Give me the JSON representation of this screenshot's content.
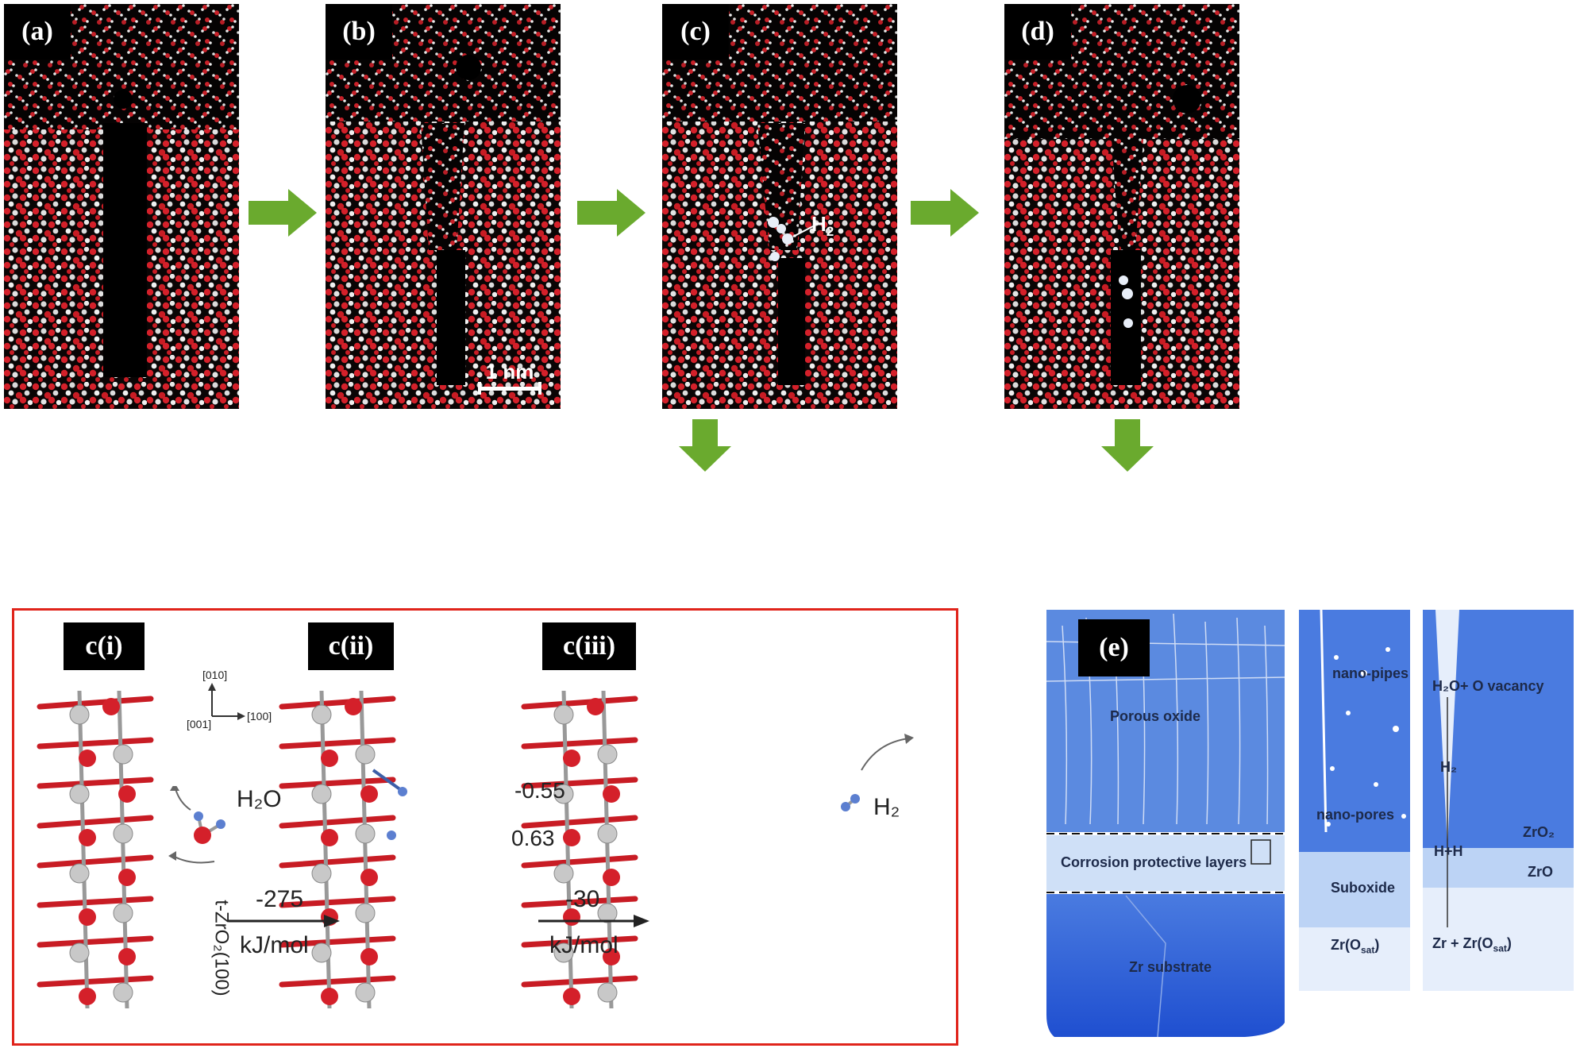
{
  "panels": {
    "a": {
      "label": "(a)"
    },
    "b": {
      "label": "(b)"
    },
    "c": {
      "label": "(c)",
      "h2_label": "H",
      "h2_sub": "2"
    },
    "d": {
      "label": "(d)"
    }
  },
  "scale_bar": {
    "label": "1 nm"
  },
  "colors": {
    "arrow": "#6aaa2e",
    "box": "#e0241b",
    "oxygen": "#d4202a",
    "zirconium": "#c8c8c8",
    "blue_dark": "#2d5fd6",
    "blue_light": "#cfe0f7"
  },
  "inset_c": {
    "labels": [
      "c(i)",
      "c(ii)",
      "c(iii)"
    ],
    "axes": {
      "y": "[010]",
      "x": "[100]",
      "z": "[001]"
    },
    "surface": "t-ZrO₂(100)",
    "water": "H₂O",
    "charge_neg": "-0.55",
    "charge_pos": "0.63",
    "step1": {
      "energy": "-275",
      "unit": "kJ/mol"
    },
    "step2": {
      "energy": "-30",
      "unit": "kJ/mol"
    },
    "product": "H₂"
  },
  "panel_e": {
    "label": "(e)",
    "porous_oxide": "Porous oxide",
    "protective": "Corrosion protective layers",
    "substrate": "Zr substrate",
    "nano_pipes": "nano-pipes",
    "nano_pores": "nano-pores",
    "suboxide": "Suboxide",
    "zr_osat_base": "Zr(O",
    "zr_osat_sub": "sat",
    "zr_osat_end": ")",
    "h2o_vac": "H₂O+ O vacancy",
    "h2": "H₂",
    "zro2": "ZrO₂",
    "hh": "H+H",
    "zro": "ZrO",
    "zr_zr_base": "Zr + Zr(O",
    "zr_zr_end": ")"
  }
}
